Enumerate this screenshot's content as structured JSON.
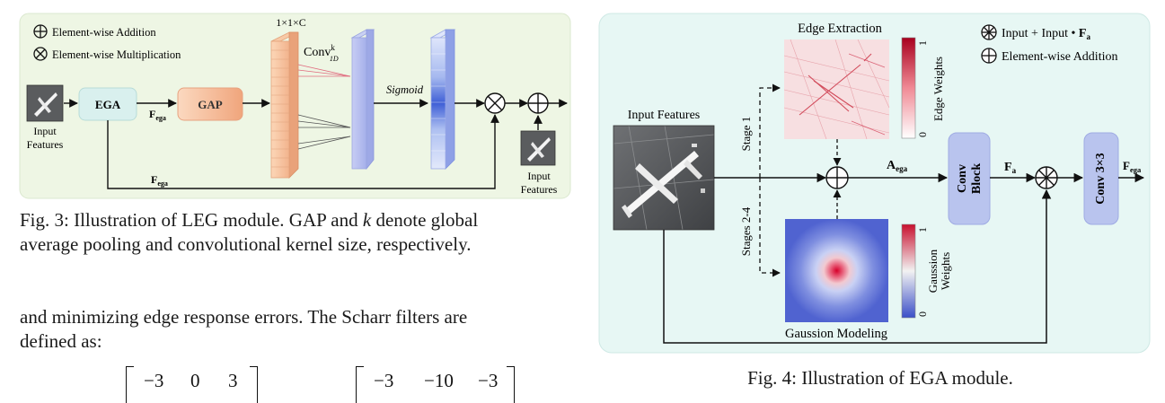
{
  "fig3": {
    "legend_add": "Element-wise Addition",
    "legend_mul": "Element-wise Multiplication",
    "input_line1": "Input",
    "input_line2": "Features",
    "ega_label": "EGA",
    "gap_label": "GAP",
    "fega": "F",
    "fega_sub": "ega",
    "fega_bottom": "F",
    "fega_bottom_sub": "ega",
    "channel_label": "1×1×C",
    "conv_label": "Conv",
    "conv_sup": "k",
    "conv_sub": "1D",
    "sigmoid_label": "Sigmoid",
    "output_line1": "Input",
    "output_line2": "Features",
    "caption_pre": "Fig. 3: Illustration of LEG module. GAP and ",
    "caption_k": "k",
    "caption_post": " denote global",
    "caption_line2": "average pooling and convolutional kernel size, respectively."
  },
  "body": {
    "line1": "and minimizing edge response errors. The Scharr filters are",
    "line2": "defined as:",
    "matrix_a": [
      "−3",
      "0",
      "3"
    ],
    "matrix_b": [
      "−3",
      "−10",
      "−3"
    ]
  },
  "fig4": {
    "edge_title": "Edge Extraction",
    "edge_cb_label": "Edge Weights",
    "edge_cb_max": "1",
    "edge_cb_min": "0",
    "gauss_title": "Gaussion  Modeling",
    "gauss_cb_label1": "Gaussion",
    "gauss_cb_label2": "Weights",
    "gauss_cb_max": "1",
    "gauss_cb_min": "0",
    "input_label": "Input Features",
    "stage1": "Stage 1",
    "stage24": "Stages 2-4",
    "aega": "A",
    "aega_sub": "ega",
    "conv_block_1": "Conv",
    "conv_block_2": "Block",
    "fa": "F",
    "fa_sub": "a",
    "conv33": "Conv 3×3",
    "fega": "F",
    "fega_sub": "ega",
    "legend_special_pre": "Input + Input • ",
    "legend_special_F": "F",
    "legend_special_sub": "a",
    "legend_add": "Element-wise Addition",
    "caption": "Fig. 4: Illustration of EGA module."
  },
  "colors": {
    "fig3_bg": "#eef6e4",
    "fig4_bg": "#e7f7f4",
    "ega_box": "#d9f0ee",
    "gap_box": "#f2b89a",
    "conv_box": "#b9c4ee",
    "edge_red": "#c8102e",
    "gauss_blue": "#3f4fc6"
  }
}
